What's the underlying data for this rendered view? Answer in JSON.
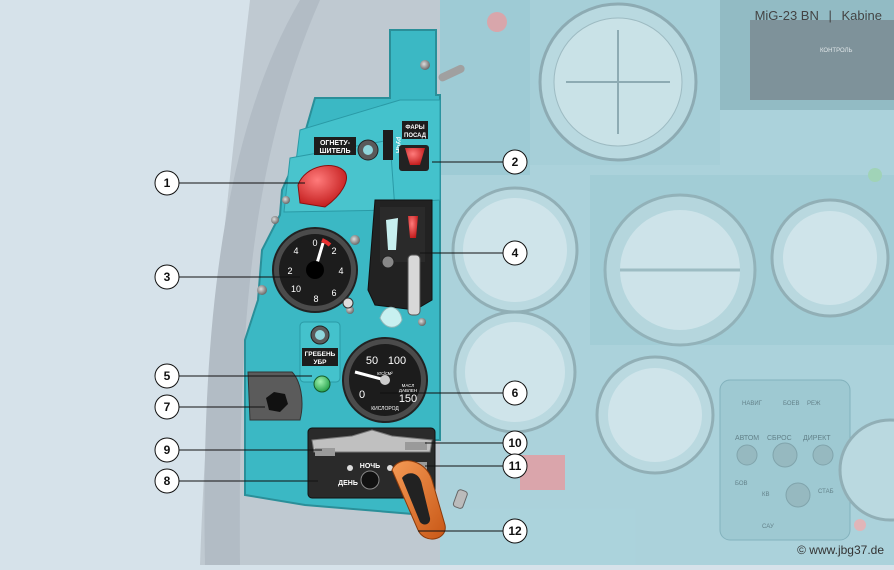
{
  "header": {
    "aircraft": "MiG-23 BN",
    "separator": "|",
    "section": "Kabine"
  },
  "copyright": "© www.jbg37.de",
  "panel_labels": {
    "ognetushitel": "ОГНЕТУ-\nШИТЕЛЬ",
    "ognetushitel_l1": "ОГНЕТУ-",
    "ognetushitel_l2": "ШИТЕЛЬ",
    "fary_l1": "ФАРЫ",
    "fary_l2": "ПОСАД",
    "ruchn": "РУЧН",
    "greben_l1": "ГРЕБЕНЬ",
    "greben_l2": "УБР",
    "den": "ДЕНЬ",
    "noch": "НОЧЬ",
    "kislorod": "КИСЛОРОД",
    "kgf": "кгс/см²",
    "masl_l1": "МАСЛ",
    "masl_l2": "ДАВЛЕН"
  },
  "gauge_3_ticks": [
    "0",
    "2",
    "4",
    "6",
    "8",
    "10",
    "2",
    "4"
  ],
  "gauge_6_ticks": [
    "50",
    "100",
    "150",
    "0"
  ],
  "background_labels": {
    "kontrol": "КОНТРОЛЬ",
    "avtom": "АВТОМ",
    "sbros": "СБРОС",
    "direkt": "ДИРЕКТ",
    "navig": "НАВИГ",
    "boev": "БОЕВ",
    "rezh": "РЕЖ",
    "bov": "БОВ",
    "stab": "СТАБ",
    "sau": "САУ",
    "kv": "КВ"
  },
  "callouts": [
    {
      "id": "1",
      "label": "1"
    },
    {
      "id": "2",
      "label": "2"
    },
    {
      "id": "3",
      "label": "3"
    },
    {
      "id": "4",
      "label": "4"
    },
    {
      "id": "5",
      "label": "5"
    },
    {
      "id": "6",
      "label": "6"
    },
    {
      "id": "7",
      "label": "7"
    },
    {
      "id": "8",
      "label": "8"
    },
    {
      "id": "9",
      "label": "9"
    },
    {
      "id": "10",
      "label": "10"
    },
    {
      "id": "11",
      "label": "11"
    },
    {
      "id": "12",
      "label": "12"
    }
  ],
  "colors": {
    "background": "#d6e2ea",
    "panel": "#3bb8c4",
    "panel_dark": "#2a9aa6",
    "faded_panel": "#a9d2db",
    "gauge_face": "#1c1c1c",
    "red_cover": "#e83030",
    "orange_handle": "#e6762a",
    "green_lamp": "#2fbf5a"
  }
}
